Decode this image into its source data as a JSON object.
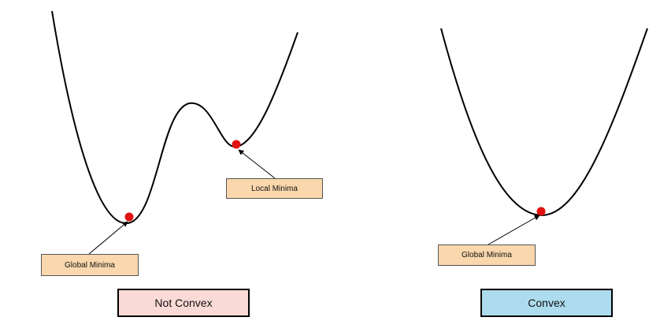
{
  "colors": {
    "curve": "#000000",
    "minimum_dot": "#e0100e",
    "note_box": "#fad7ad",
    "not_convex_box": "#fadad6",
    "convex_box": "#acdcee"
  },
  "left_panel": {
    "global_label": "Global Minima",
    "local_label": "Local Minima",
    "caption": "Not Convex"
  },
  "right_panel": {
    "global_label": "Global Minima",
    "caption": "Convex"
  }
}
